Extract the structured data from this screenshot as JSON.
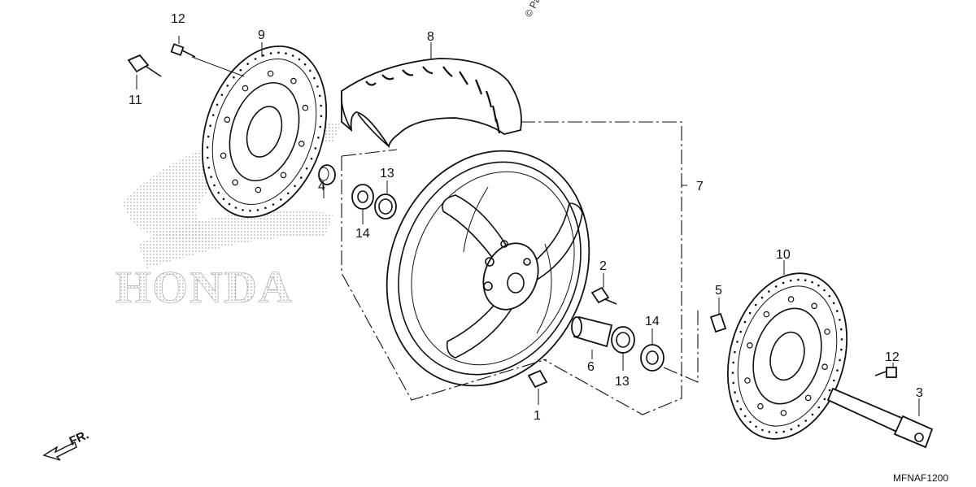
{
  "diagram": {
    "copyright": "© Pa",
    "watermark": "HONDA",
    "diagram_code": "MFNAF1200",
    "direction_label": "FR.",
    "callouts": [
      {
        "id": "c1",
        "text": "1"
      },
      {
        "id": "c2",
        "text": "2"
      },
      {
        "id": "c3",
        "text": "3"
      },
      {
        "id": "c4",
        "text": "4"
      },
      {
        "id": "c5",
        "text": "5"
      },
      {
        "id": "c6",
        "text": "6"
      },
      {
        "id": "c7",
        "text": "7"
      },
      {
        "id": "c8",
        "text": "8"
      },
      {
        "id": "c9",
        "text": "9"
      },
      {
        "id": "c10",
        "text": "10"
      },
      {
        "id": "c11",
        "text": "11"
      },
      {
        "id": "c12a",
        "text": "12"
      },
      {
        "id": "c12b",
        "text": "12"
      },
      {
        "id": "c13a",
        "text": "13"
      },
      {
        "id": "c13b",
        "text": "13"
      },
      {
        "id": "c14a",
        "text": "14"
      },
      {
        "id": "c14b",
        "text": "14"
      }
    ]
  }
}
